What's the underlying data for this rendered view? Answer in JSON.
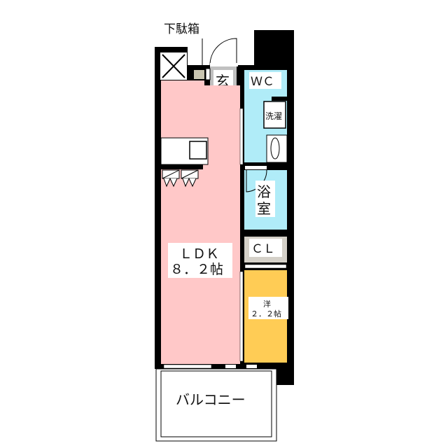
{
  "floorplan": {
    "shoe_box_label": "下駄箱",
    "entrance_label": "玄",
    "wc_label": "ＷＣ",
    "laundry_label": "洗濯",
    "bath_label_1": "浴",
    "bath_label_2": "室",
    "closet_label": "ＣＬ",
    "ldk_label": "ＬＤＫ",
    "ldk_size": "８．２帖",
    "western_room_label": "洋",
    "western_room_size": "２．２帖",
    "balcony_label": "バルコニー"
  },
  "colors": {
    "ldk": "#ffc8c8",
    "wet_area": "#b0ecf8",
    "western_room": "#ffcc55",
    "closet": "#d4d0c8",
    "entrance": "#c0c0c0",
    "wall": "#000000"
  }
}
